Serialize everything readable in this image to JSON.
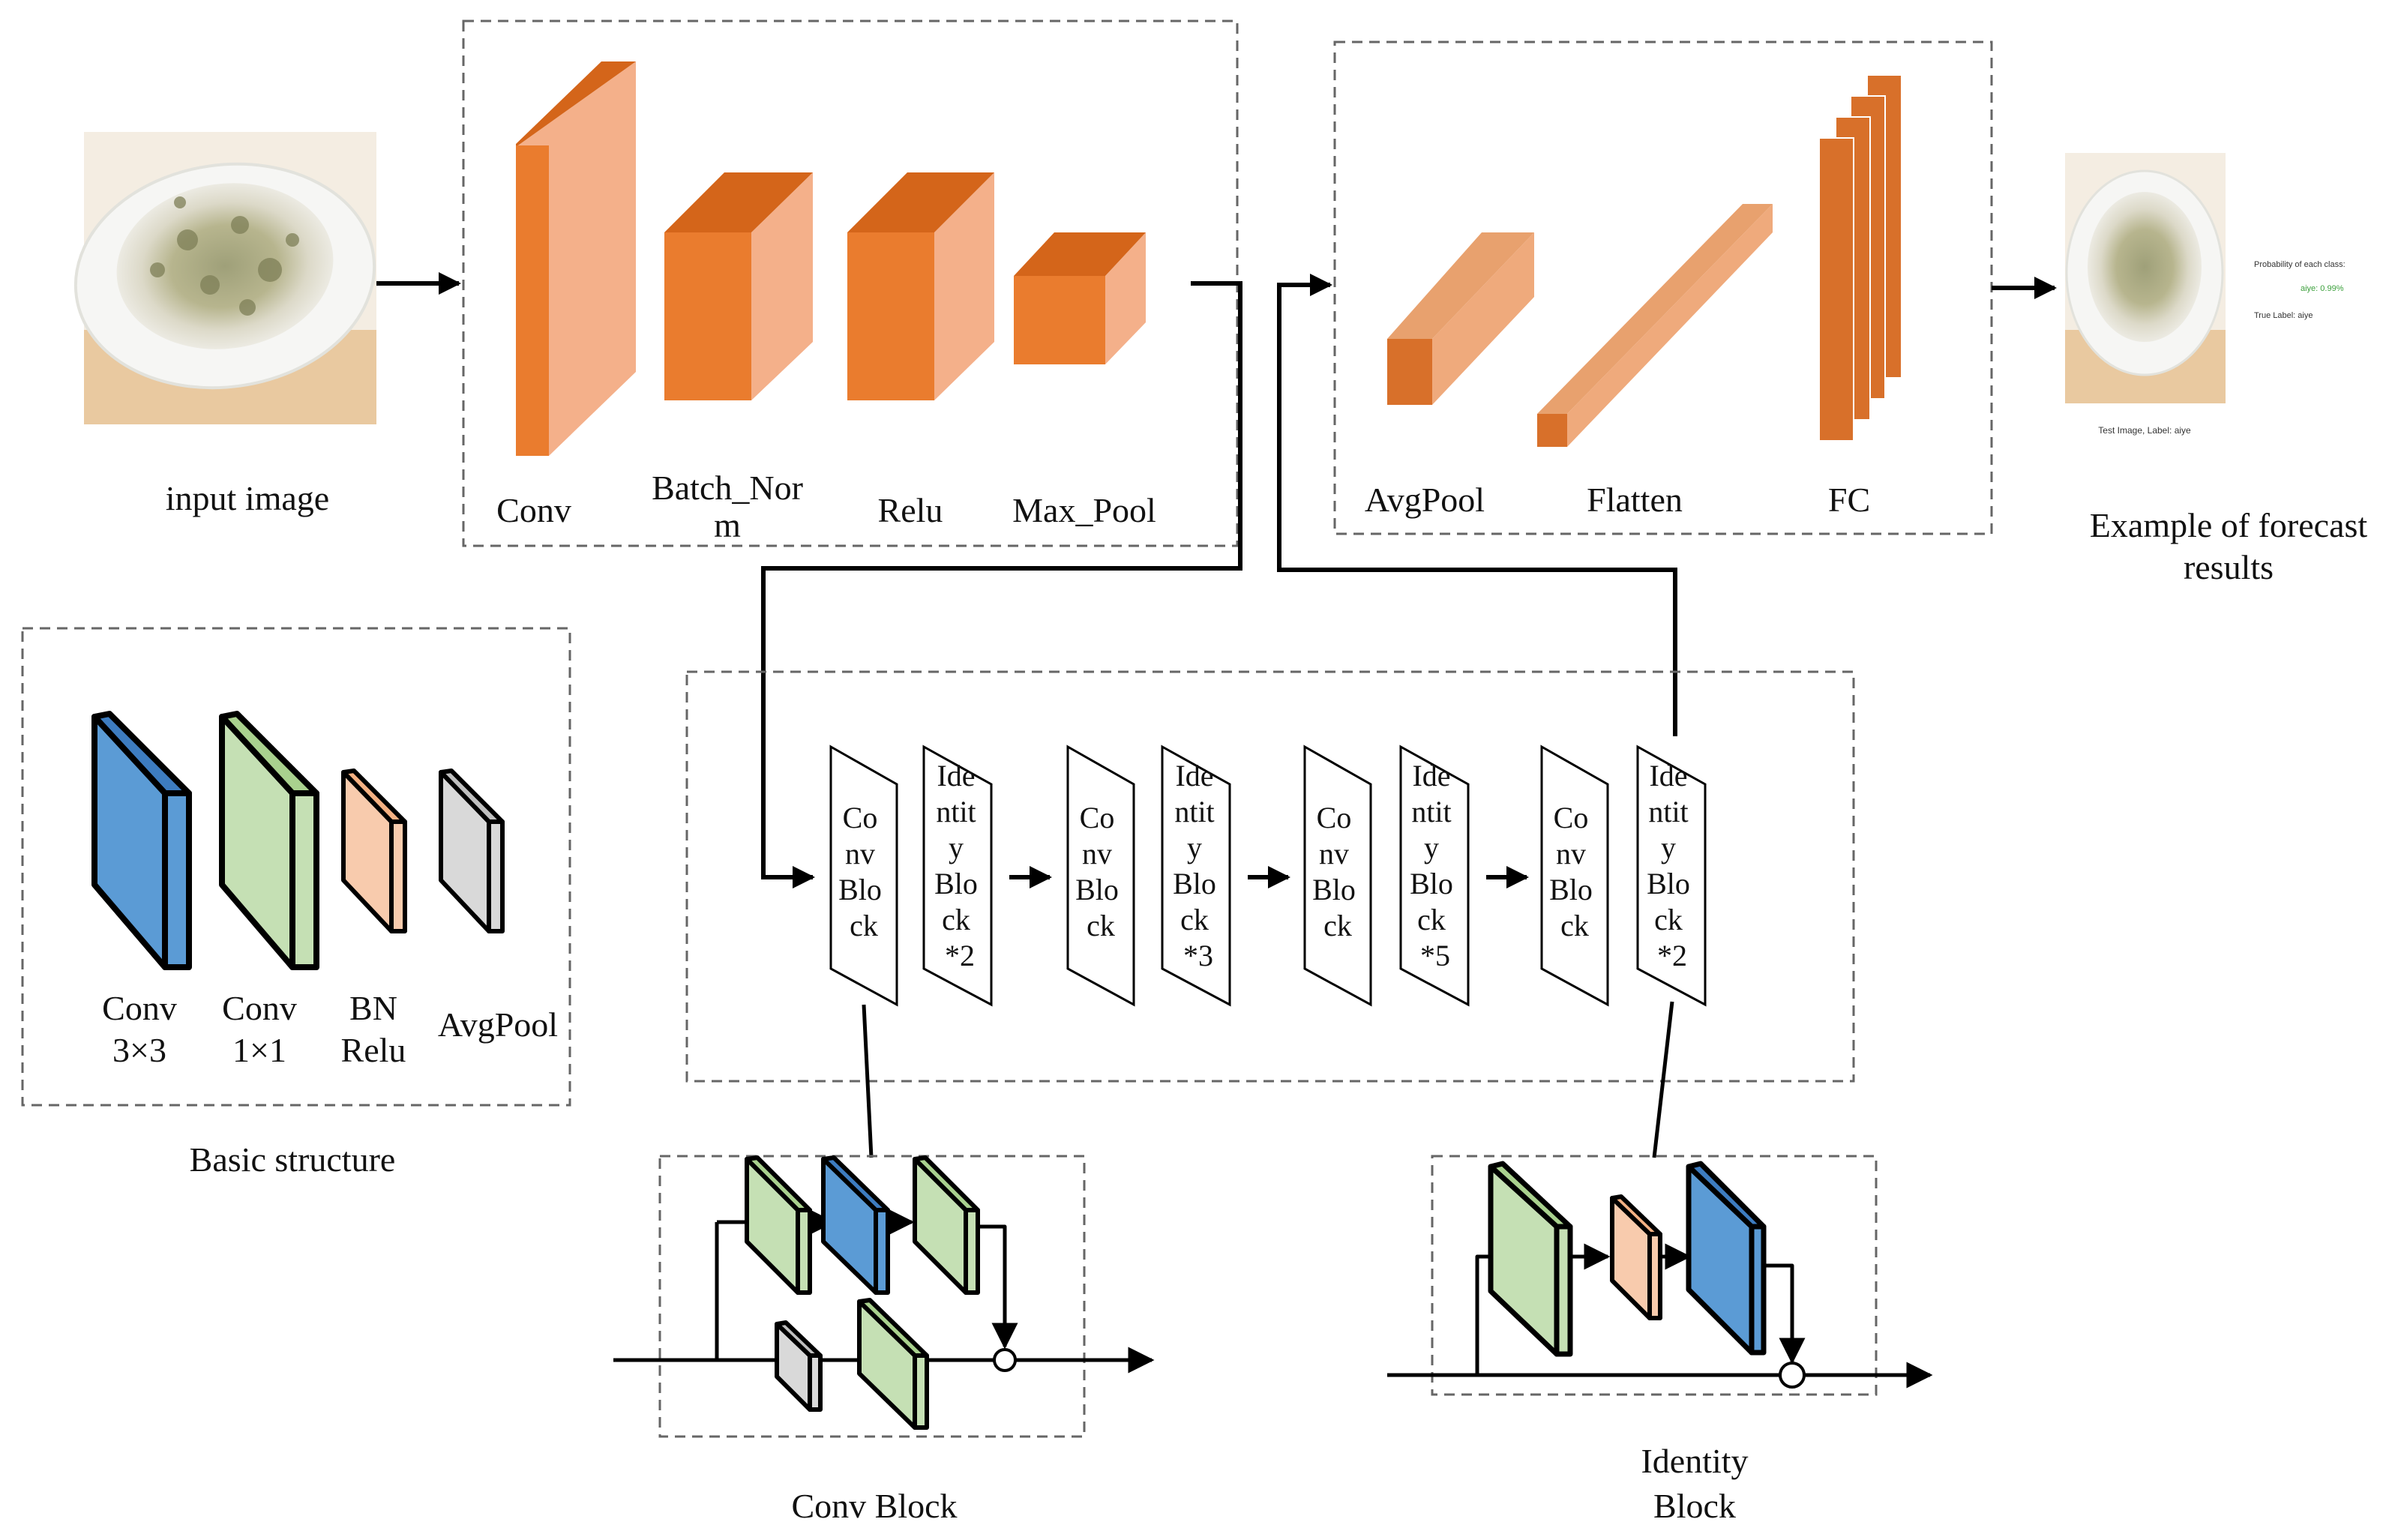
{
  "input": {
    "label": "input image"
  },
  "stem": {
    "layers": [
      {
        "id": "conv",
        "label": "Conv"
      },
      {
        "id": "bn",
        "label_line1": "Batch_Nor",
        "label_line2": "m"
      },
      {
        "id": "relu",
        "label": "Relu"
      },
      {
        "id": "maxpool",
        "label": "Max_Pool"
      }
    ]
  },
  "head": {
    "layers": [
      {
        "id": "avgpool",
        "label": "AvgPool"
      },
      {
        "id": "flatten",
        "label": "Flatten"
      },
      {
        "id": "fc",
        "label": "FC"
      }
    ]
  },
  "output": {
    "label_line1": "Example of forecast",
    "label_line2": "results",
    "thumb_lines": [
      "Probability of each class:",
      "aiye: 0.99%",
      "True Label: aiye"
    ],
    "thumb_caption": "Test Image, Label: aiye"
  },
  "legend": {
    "title": "Basic structure",
    "items": [
      {
        "id": "conv3",
        "line1": "Conv",
        "line2": "3×3",
        "color": "#5b9bd5"
      },
      {
        "id": "conv1",
        "line1": "Conv",
        "line2": "1×1",
        "color": "#c5e0b4"
      },
      {
        "id": "bnrelu",
        "line1": "BN",
        "line2": "Relu",
        "color": "#f8cbad"
      },
      {
        "id": "avgpool",
        "line1": "AvgPool",
        "line2": "",
        "color": "#d9d9d9"
      }
    ]
  },
  "stages": [
    {
      "conv": [
        "Co",
        "nv",
        "Blo",
        "ck"
      ],
      "identity": [
        "Ide",
        "ntit",
        "y",
        "Blo",
        "ck",
        "*2"
      ]
    },
    {
      "conv": [
        "Co",
        "nv",
        "Blo",
        "ck"
      ],
      "identity": [
        "Ide",
        "ntit",
        "y",
        "Blo",
        "ck",
        "*3"
      ]
    },
    {
      "conv": [
        "Co",
        "nv",
        "Blo",
        "ck"
      ],
      "identity": [
        "Ide",
        "ntit",
        "y",
        "Blo",
        "ck",
        "*5"
      ]
    },
    {
      "conv": [
        "Co",
        "nv",
        "Blo",
        "ck"
      ],
      "identity": [
        "Ide",
        "ntit",
        "y",
        "Blo",
        "ck",
        "*2"
      ]
    }
  ],
  "conv_block": {
    "title": "Conv Block"
  },
  "identity_block": {
    "title_line1": "Identity",
    "title_line2": "Block"
  },
  "colors": {
    "orange_front": "#ea7c2e",
    "orange_top": "#d4651a",
    "orange_side": "#f4b08a",
    "blue": "#5b9bd5",
    "green": "#c5e0b4",
    "peach": "#f8cbad",
    "gray": "#d9d9d9"
  }
}
